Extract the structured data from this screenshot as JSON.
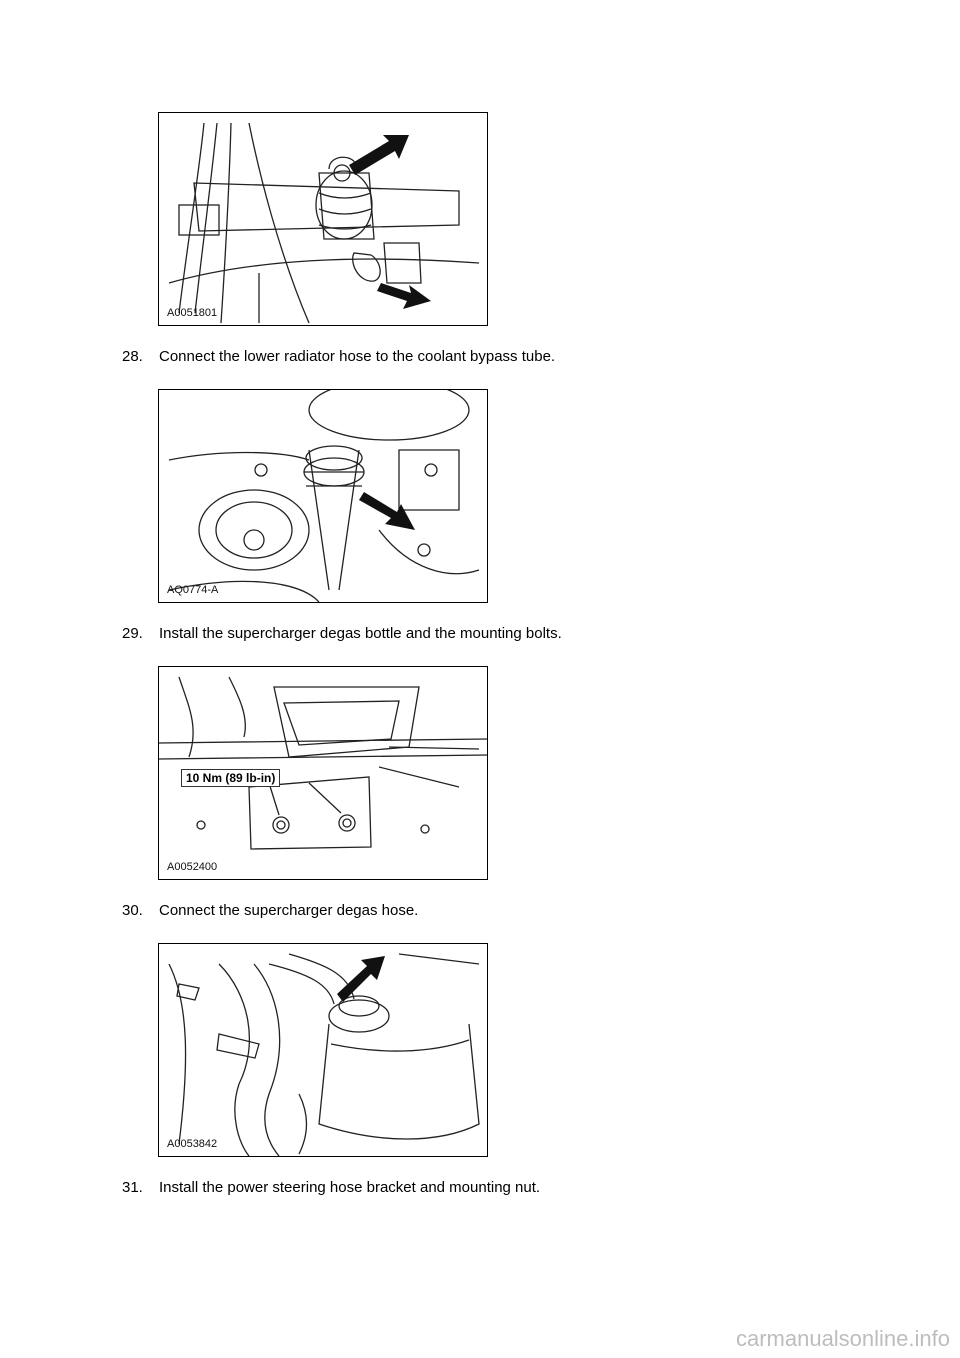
{
  "figures": [
    {
      "id": "A0051801"
    },
    {
      "id": "AQ0774-A"
    },
    {
      "id": "A0052400",
      "callout": "10 Nm (89 lb-in)"
    },
    {
      "id": "A0053842"
    }
  ],
  "steps": [
    {
      "number": "28.",
      "text": "Connect the lower radiator hose to the coolant bypass tube."
    },
    {
      "number": "29.",
      "text": "Install the supercharger degas bottle and the mounting bolts."
    },
    {
      "number": "30.",
      "text": "Connect the supercharger degas hose."
    },
    {
      "number": "31.",
      "text": "Install the power steering hose bracket and mounting nut."
    }
  ],
  "footer": {
    "watermark": "carmanualsonline.info"
  }
}
